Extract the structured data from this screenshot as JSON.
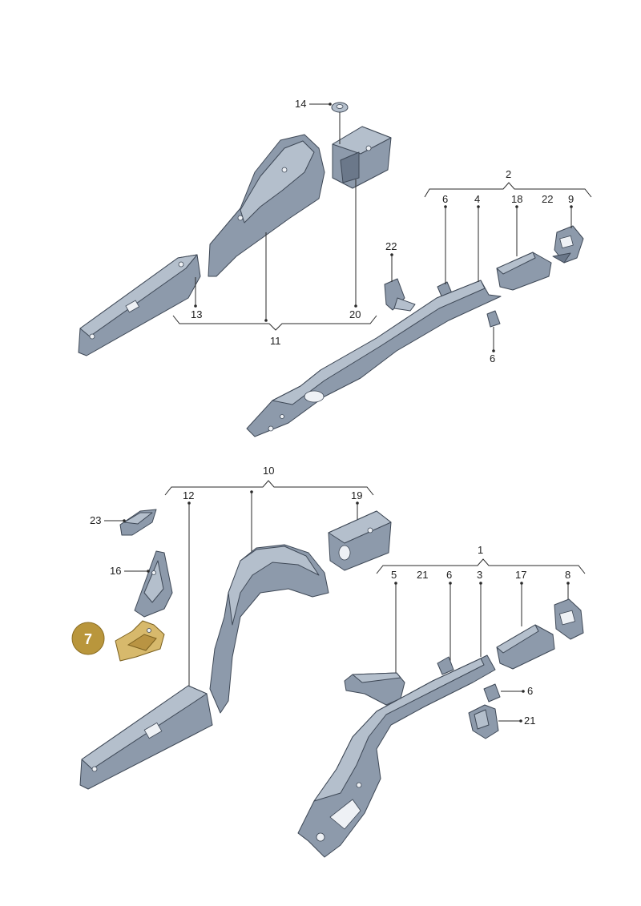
{
  "upper_group": {
    "label_2": "2",
    "label_4": "4",
    "label_6a": "6",
    "label_18": "18",
    "label_22a": "22",
    "label_9": "9",
    "label_22b": "22",
    "label_6b": "6",
    "label_14": "14",
    "label_13": "13",
    "label_20": "20",
    "label_11": "11"
  },
  "lower_group": {
    "label_10": "10",
    "label_12": "12",
    "label_19": "19",
    "label_23": "23",
    "label_16": "16",
    "label_1": "1",
    "label_5": "5",
    "label_21a": "21",
    "label_6a": "6",
    "label_3": "3",
    "label_17": "17",
    "label_8": "8",
    "label_6b": "6",
    "label_21b": "21"
  },
  "highlight": {
    "badge": "7",
    "color": "#b9963c"
  },
  "colors": {
    "part": "#8d9aab",
    "part_light": "#b4bfcc",
    "part_dark": "#6b788a",
    "highlight_part": "#d7b96c"
  }
}
